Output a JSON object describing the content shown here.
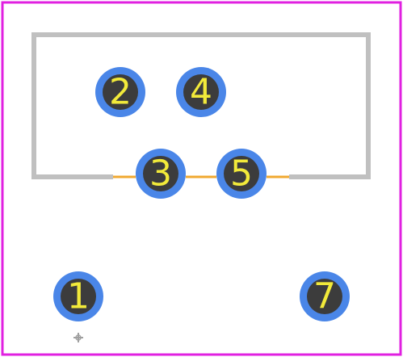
{
  "colors": {
    "background": "#ffffff",
    "board_outline": "#e020e0",
    "silkscreen": "#c0c0c0",
    "copper_trace": "#f0a830",
    "pad_ring": "#4a86e8",
    "pad_hole": "#3c3c3c",
    "pad_label": "#f2ea3a",
    "origin_marker": "#a0a0a0"
  },
  "pads": [
    {
      "id": "pad-2",
      "label": "2"
    },
    {
      "id": "pad-4",
      "label": "4"
    },
    {
      "id": "pad-3",
      "label": "3"
    },
    {
      "id": "pad-5",
      "label": "5"
    },
    {
      "id": "pad-1",
      "label": "1"
    },
    {
      "id": "pad-7",
      "label": "7"
    }
  ],
  "icons": {
    "origin_marker": "crosshair-icon"
  }
}
